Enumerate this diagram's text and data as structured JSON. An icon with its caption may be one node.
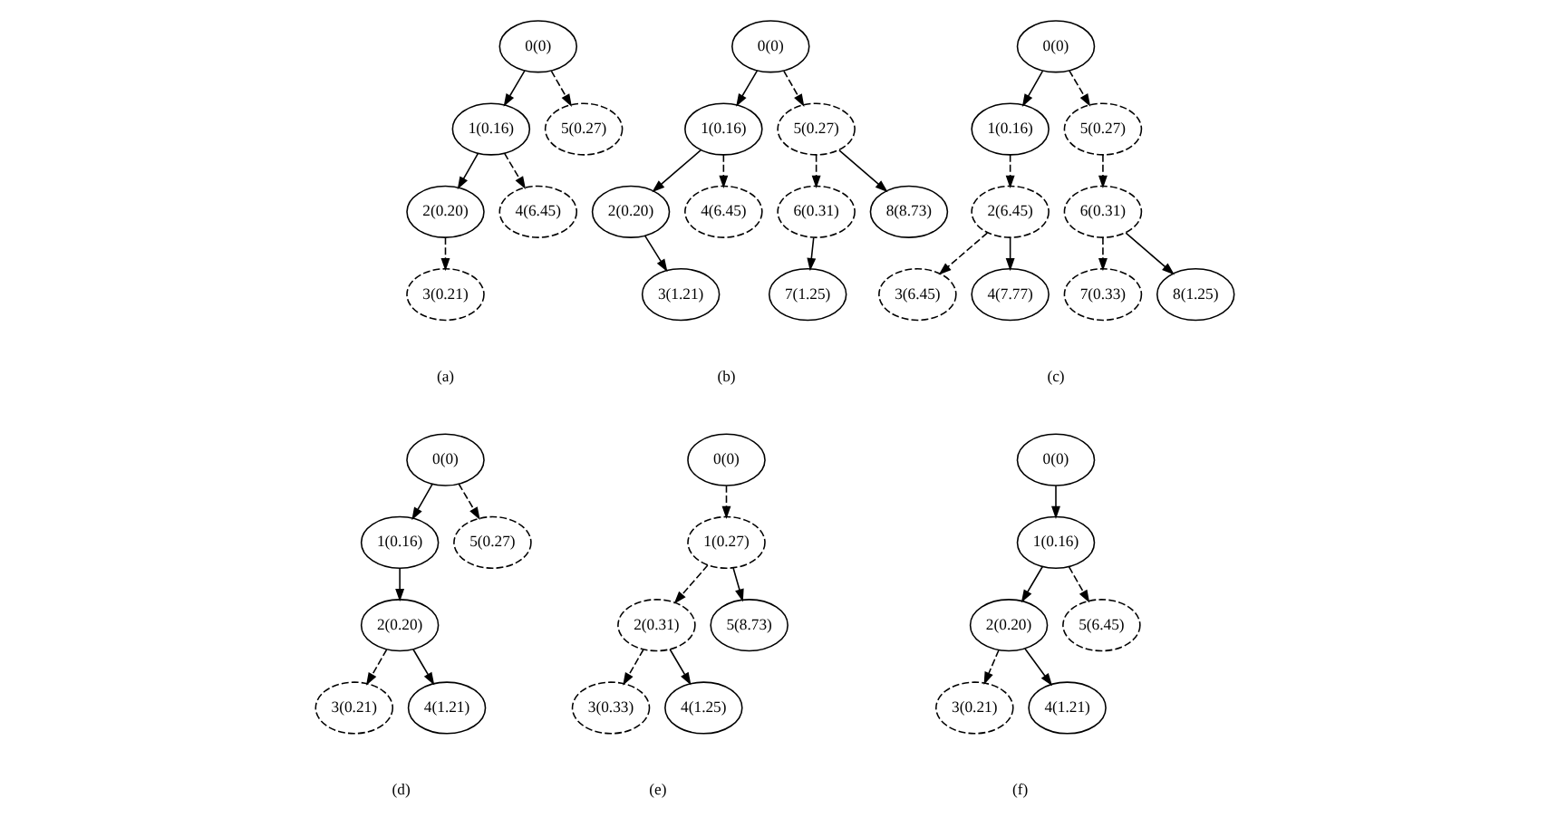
{
  "diagram": {
    "nodes": [
      {
        "text": [
          "0(0)"
        ]
      },
      {
        "text": [
          "1(0.16)"
        ]
      },
      {
        "text": [
          "2(0.20)"
        ]
      },
      {
        "text": [
          "3(0.21)"
        ]
      },
      {
        "text": [
          "4(6.45)"
        ]
      },
      {
        "text": [
          "5(0.27)"
        ]
      },
      {
        "text": [
          "0(0)"
        ]
      },
      {
        "text": [
          "1(0.16)"
        ]
      },
      {
        "text": [
          "2(0.20)"
        ]
      },
      {
        "text": [
          "3(1.21)"
        ]
      },
      {
        "text": [
          "4(6.45)"
        ]
      },
      {
        "text": [
          "5(0.27)"
        ]
      },
      {
        "text": [
          "6(0.31)"
        ]
      },
      {
        "text": [
          "7(1.25)"
        ]
      },
      {
        "text": [
          "8(8.73)"
        ]
      },
      {
        "text": [
          "0(0)"
        ]
      },
      {
        "text": [
          "1(0.16)"
        ]
      },
      {
        "text": [
          "2(6.45)"
        ]
      },
      {
        "text": [
          "3(6.45)"
        ]
      },
      {
        "text": [
          "4(7.77)"
        ]
      },
      {
        "text": [
          "5(0.27)"
        ]
      },
      {
        "text": [
          "6(0.31)"
        ]
      },
      {
        "text": [
          "7(0.33)"
        ]
      },
      {
        "text": [
          "8(1.25)"
        ]
      },
      {
        "text": [
          "0(0)"
        ]
      },
      {
        "text": [
          "1(0.16)"
        ]
      },
      {
        "text": [
          "2(0.20)"
        ]
      },
      {
        "text": [
          "3(0.21)"
        ]
      },
      {
        "text": [
          "4(1.21)"
        ]
      },
      {
        "text": [
          "5(0.27)"
        ]
      },
      {
        "text": [
          "0(0)"
        ]
      },
      {
        "text": [
          "1(0.27)"
        ]
      },
      {
        "text": [
          "2(0.31)"
        ]
      },
      {
        "text": [
          "3(0.33)"
        ]
      },
      {
        "text": [
          "4(1.25)"
        ]
      },
      {
        "text": [
          "5(8.73)"
        ]
      },
      {
        "text": [
          "0(0)"
        ]
      },
      {
        "text": [
          "1(0.16)"
        ]
      },
      {
        "text": [
          "2(0.20)"
        ]
      },
      {
        "text": [
          "3(0.21)"
        ]
      },
      {
        "text": [
          "4(1.21)"
        ]
      },
      {
        "text": [
          "5(6.45)"
        ]
      }
    ],
    "edges": [
      {
        "from": 0,
        "to": 1,
        "arrow": "to"
      },
      {
        "from": 0,
        "to": 5,
        "arrow": "to",
        "style": "dashed"
      },
      {
        "from": 1,
        "to": 2,
        "arrow": "to"
      },
      {
        "from": 1,
        "to": 4,
        "arrow": "to",
        "style": "dashed"
      },
      {
        "from": 2,
        "to": 3,
        "arrow": "to",
        "style": "dashed"
      },
      {
        "from": 6,
        "to": 7,
        "arrow": "to"
      },
      {
        "from": 6,
        "to": 11,
        "arrow": "to",
        "style": "dashed"
      },
      {
        "from": 7,
        "to": 8,
        "arrow": "to"
      },
      {
        "from": 7,
        "to": 10,
        "arrow": "to",
        "style": "dashed"
      },
      {
        "from": 11,
        "to": 12,
        "arrow": "to",
        "style": "dashed"
      },
      {
        "from": 11,
        "to": 14,
        "arrow": "to"
      },
      {
        "from": 8,
        "to": 9,
        "arrow": "to"
      },
      {
        "from": 12,
        "to": 13,
        "arrow": "to"
      },
      {
        "from": 15,
        "to": 16,
        "arrow": "to"
      },
      {
        "from": 15,
        "to": 20,
        "arrow": "to",
        "style": "dashed"
      },
      {
        "from": 16,
        "to": 17,
        "arrow": "to",
        "style": "dashed"
      },
      {
        "from": 20,
        "to": 21,
        "arrow": "to",
        "style": "dashed"
      },
      {
        "from": 17,
        "to": 18,
        "arrow": "to",
        "style": "dashed"
      },
      {
        "from": 17,
        "to": 19,
        "arrow": "to"
      },
      {
        "from": 21,
        "to": 22,
        "arrow": "to",
        "style": "dashed"
      },
      {
        "from": 21,
        "to": 23,
        "arrow": "to"
      },
      {
        "from": 24,
        "to": 25,
        "arrow": "to"
      },
      {
        "from": 24,
        "to": 29,
        "arrow": "to",
        "style": "dashed"
      },
      {
        "from": 25,
        "to": 26,
        "arrow": "to"
      },
      {
        "from": 26,
        "to": 27,
        "arrow": "to",
        "style": "dashed"
      },
      {
        "from": 26,
        "to": 28,
        "arrow": "to"
      },
      {
        "from": 30,
        "to": 31,
        "arrow": "to",
        "style": "dashed"
      },
      {
        "from": 31,
        "to": 32,
        "arrow": "to",
        "style": "dashed"
      },
      {
        "from": 31,
        "to": 35,
        "arrow": "to"
      },
      {
        "from": 32,
        "to": 33,
        "arrow": "to",
        "style": "dashed"
      },
      {
        "from": 32,
        "to": 34,
        "arrow": "to"
      },
      {
        "from": 36,
        "to": 37,
        "arrow": "to"
      },
      {
        "from": 37,
        "to": 38,
        "arrow": "to"
      },
      {
        "from": 37,
        "to": 41,
        "arrow": "to",
        "style": "dashed"
      },
      {
        "from": 38,
        "to": 39,
        "arrow": "to",
        "style": "dashed"
      },
      {
        "from": 38,
        "to": 40,
        "arrow": "to"
      }
    ],
    "labels": [
      "(a)",
      "(b)",
      "(c)",
      "(d)",
      "(e)",
      "(f)"
    ]
  }
}
